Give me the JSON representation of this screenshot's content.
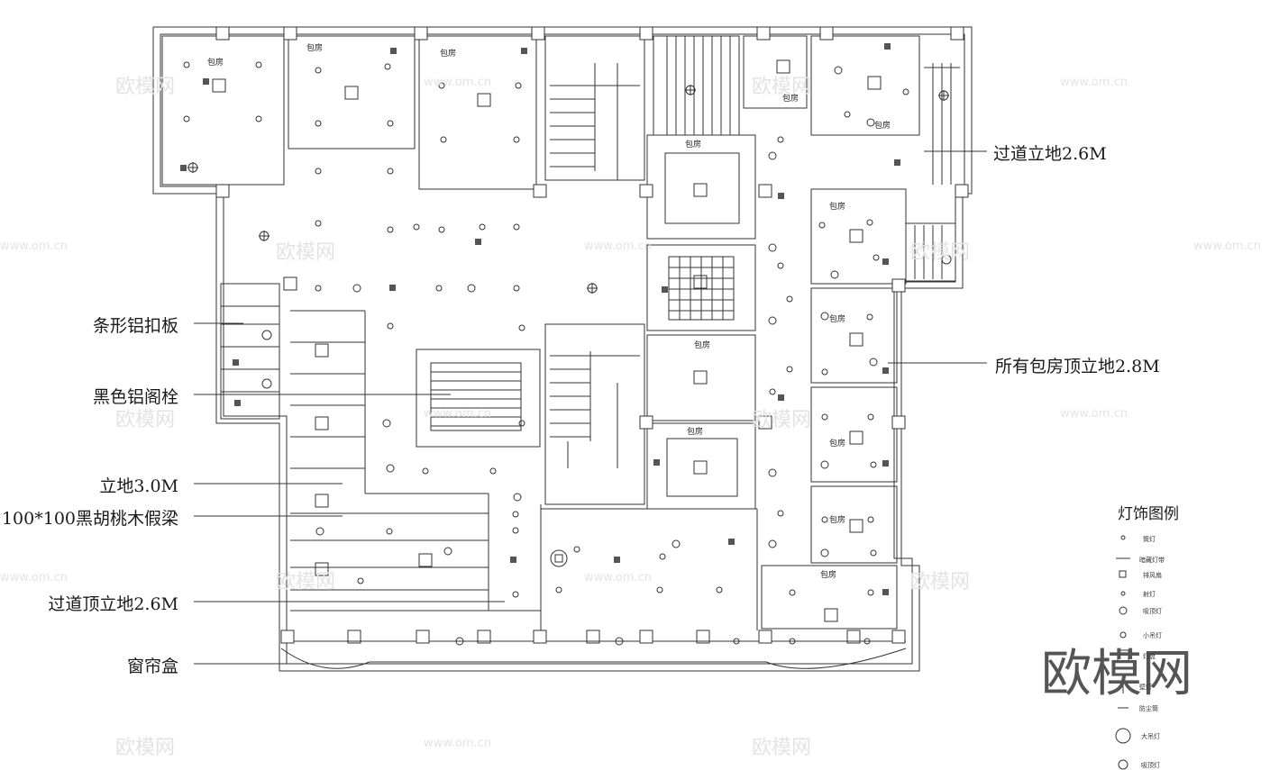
{
  "labels": {
    "left": [
      {
        "id": "strip",
        "text": "条形铝扣板"
      },
      {
        "id": "bolt",
        "text": "黑色铝阁栓"
      },
      {
        "id": "h30",
        "text": "立地3.0M"
      },
      {
        "id": "beam",
        "text": "100*100黑胡桃木假梁"
      },
      {
        "id": "corr",
        "text": "过道顶立地2.6M"
      },
      {
        "id": "curtain",
        "text": "窗帘盒"
      }
    ],
    "right": [
      {
        "id": "corr2",
        "text": "过道立地2.6M"
      },
      {
        "id": "rooms",
        "text": "所有包房顶立地2.8M"
      }
    ]
  },
  "room_label": "包房",
  "legend": {
    "title": "灯饰图例",
    "items": [
      "筒灯",
      "暗藏灯带",
      "排风扇",
      "射灯",
      "吸顶灯",
      "小吊灯",
      "灯盘",
      "壁灯",
      "防尘筒",
      "大吊灯",
      "吸顶灯"
    ]
  },
  "watermarks": {
    "brand": "欧模网",
    "url": "www.om.cn"
  },
  "colors": {
    "line": "#333333",
    "background": "#ffffff",
    "watermark": "#e3e3e3"
  }
}
